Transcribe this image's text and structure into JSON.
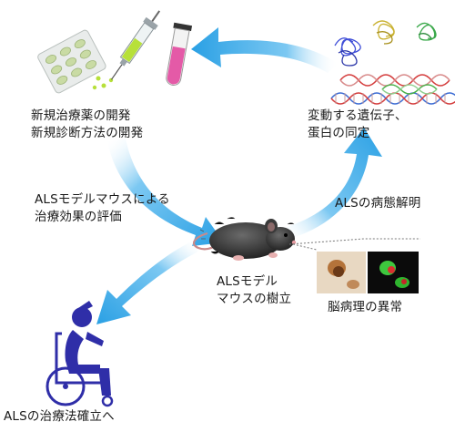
{
  "labels": {
    "drug_dev": [
      "新規治療薬の開発",
      "新規診断方法の開発"
    ],
    "gene_id": [
      "変動する遺伝子、",
      "蛋白の同定"
    ],
    "evaluation": [
      "ALSモデルマウスによる",
      "治療効果の評価"
    ],
    "pathology_elucidation": "ALSの病態解明",
    "mouse_model": [
      "ALSモデル",
      "マウスの樹立"
    ],
    "brain_pathology": "脳病理の異常",
    "treatment": "ALSの治療法確立へ"
  },
  "colors": {
    "arrow": "#38a8e6",
    "patient": "#2f2ea8",
    "syringe_fluid": "#b7e03a",
    "tube_fluid": "#e45aa7",
    "mouse": "#333333",
    "dna_red": "#d43c3c",
    "dna_blue": "#3c6cd4",
    "dna_green": "#48b048"
  },
  "icons": {
    "pills": "pill-blister-icon",
    "syringe": "syringe-icon",
    "test_tube": "test-tube-icon",
    "dna": "dna-icon",
    "mouse": "mouse-icon",
    "micrographs": "micrograph-icon",
    "patient": "wheelchair-patient-icon"
  }
}
